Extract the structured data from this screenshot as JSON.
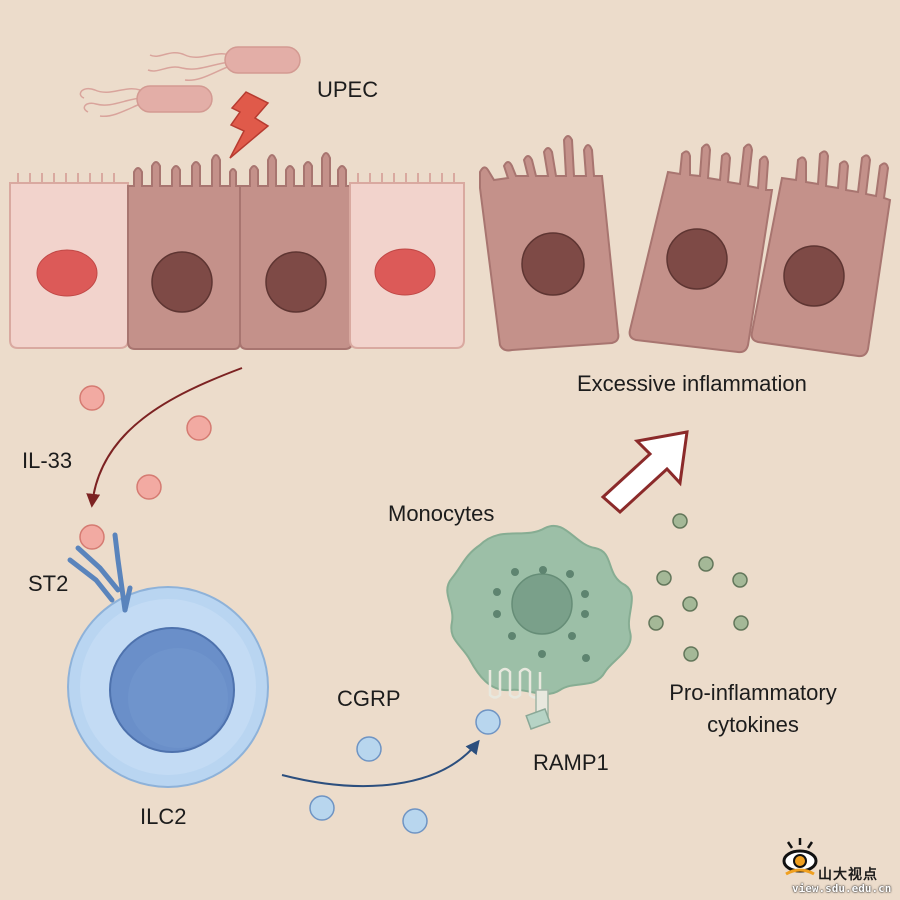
{
  "labels": {
    "upec": "UPEC",
    "il33": "IL-33",
    "st2": "ST2",
    "ilc2": "ILC2",
    "cgrp": "CGRP",
    "monocytes": "Monocytes",
    "ramp1": "RAMP1",
    "excessive": "Excessive inflammation",
    "cytokines_line1": "Pro-inflammatory",
    "cytokines_line2": "cytokines"
  },
  "watermark": {
    "name_cn": "山大视点",
    "url": "view.sdu.edu.cn"
  },
  "colors": {
    "background": "#ecdccb",
    "healthy_cell": "#f2d3cc",
    "infected_cell": "#c4918a",
    "red_nucleus": "#dc5a58",
    "dark_nucleus": "#7e4a46",
    "bacteria": "#e3aea7",
    "il33_dot": "#f2aaa2",
    "cgrp_dot": "#b8d6ee",
    "ilc2_outer": "#b9d5f1",
    "ilc2_nucleus": "#6a8fc9",
    "monocyte": "#9cbfa7",
    "cytokine_dot": "#a4b897",
    "arrow_dark_red": "#8b2a2a",
    "arrow_blue": "#2c4f7e",
    "lightning": "#e05a4a"
  }
}
